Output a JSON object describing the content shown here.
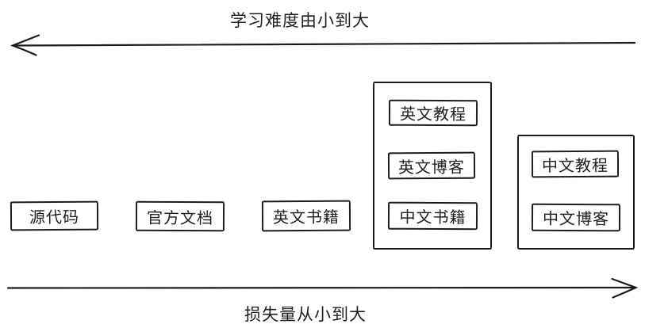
{
  "diagram": {
    "colors": {
      "stroke": "#1c1c1c",
      "text": "#1f1f1f",
      "background": "#ffffff"
    },
    "top_axis": {
      "label": "学习难度由小到大",
      "direction": "left"
    },
    "bottom_axis": {
      "label": "损失量从小到大",
      "direction": "right"
    },
    "standalone_boxes": [
      {
        "label": "源代码"
      },
      {
        "label": "官方文档"
      },
      {
        "label": "英文书籍"
      }
    ],
    "groups": [
      {
        "name": "group-english-and-chinese-books",
        "items": [
          {
            "label": "英文教程"
          },
          {
            "label": "英文博客"
          },
          {
            "label": "中文书籍"
          }
        ]
      },
      {
        "name": "group-chinese",
        "items": [
          {
            "label": "中文教程"
          },
          {
            "label": "中文博客"
          }
        ]
      }
    ]
  }
}
